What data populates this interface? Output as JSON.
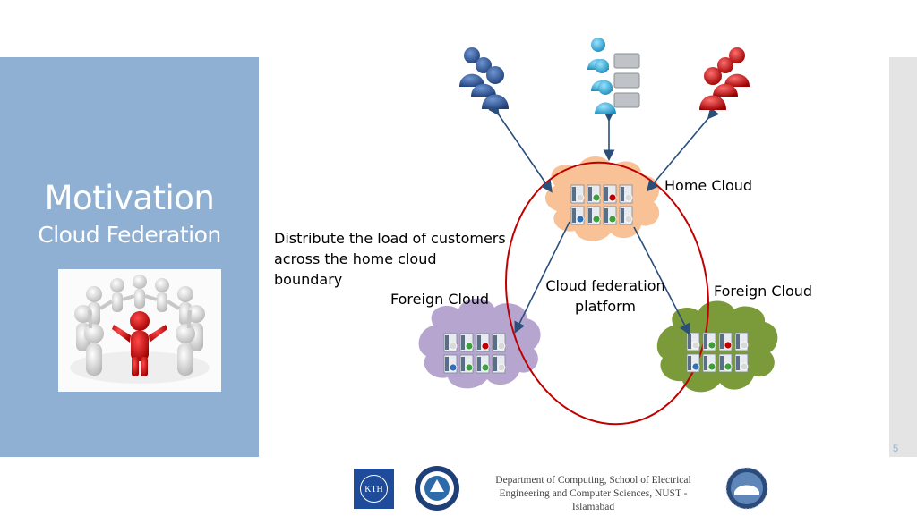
{
  "slide": {
    "title": "Motivation",
    "subtitle": "Cloud Federation",
    "number": "5"
  },
  "diagram": {
    "description_text": "Distribute the load of customers across the home cloud boundary",
    "home_cloud_label": "Home Cloud",
    "foreign_cloud_left_label": "Foreign Cloud",
    "foreign_cloud_right_label": "Foreign Cloud",
    "federation_label": "Cloud federation platform"
  },
  "footer": {
    "department_text": "Department of Computing, School of Electrical Engineering and Computer Sciences, NUST - Islamabad",
    "kth_logo_text": "KTH"
  },
  "colors": {
    "panel": "#8fb0d2",
    "home_cloud": "#f8c196",
    "foreign_cloud_left": "#b5a5cf",
    "foreign_cloud_right": "#7b9a3a",
    "federation_ellipse": "#c00000",
    "arrow": "#2a4f7a",
    "users_blue": "#2f5597",
    "users_cyan": "#3fb6e0",
    "users_red": "#c00000"
  },
  "icons": [
    "user-group-blue-icon",
    "user-group-computers-icon",
    "user-group-red-icon",
    "server-rack-icon",
    "people-circle-icon",
    "kth-logo-icon",
    "nust-logo-icon",
    "ais-logo-icon"
  ]
}
